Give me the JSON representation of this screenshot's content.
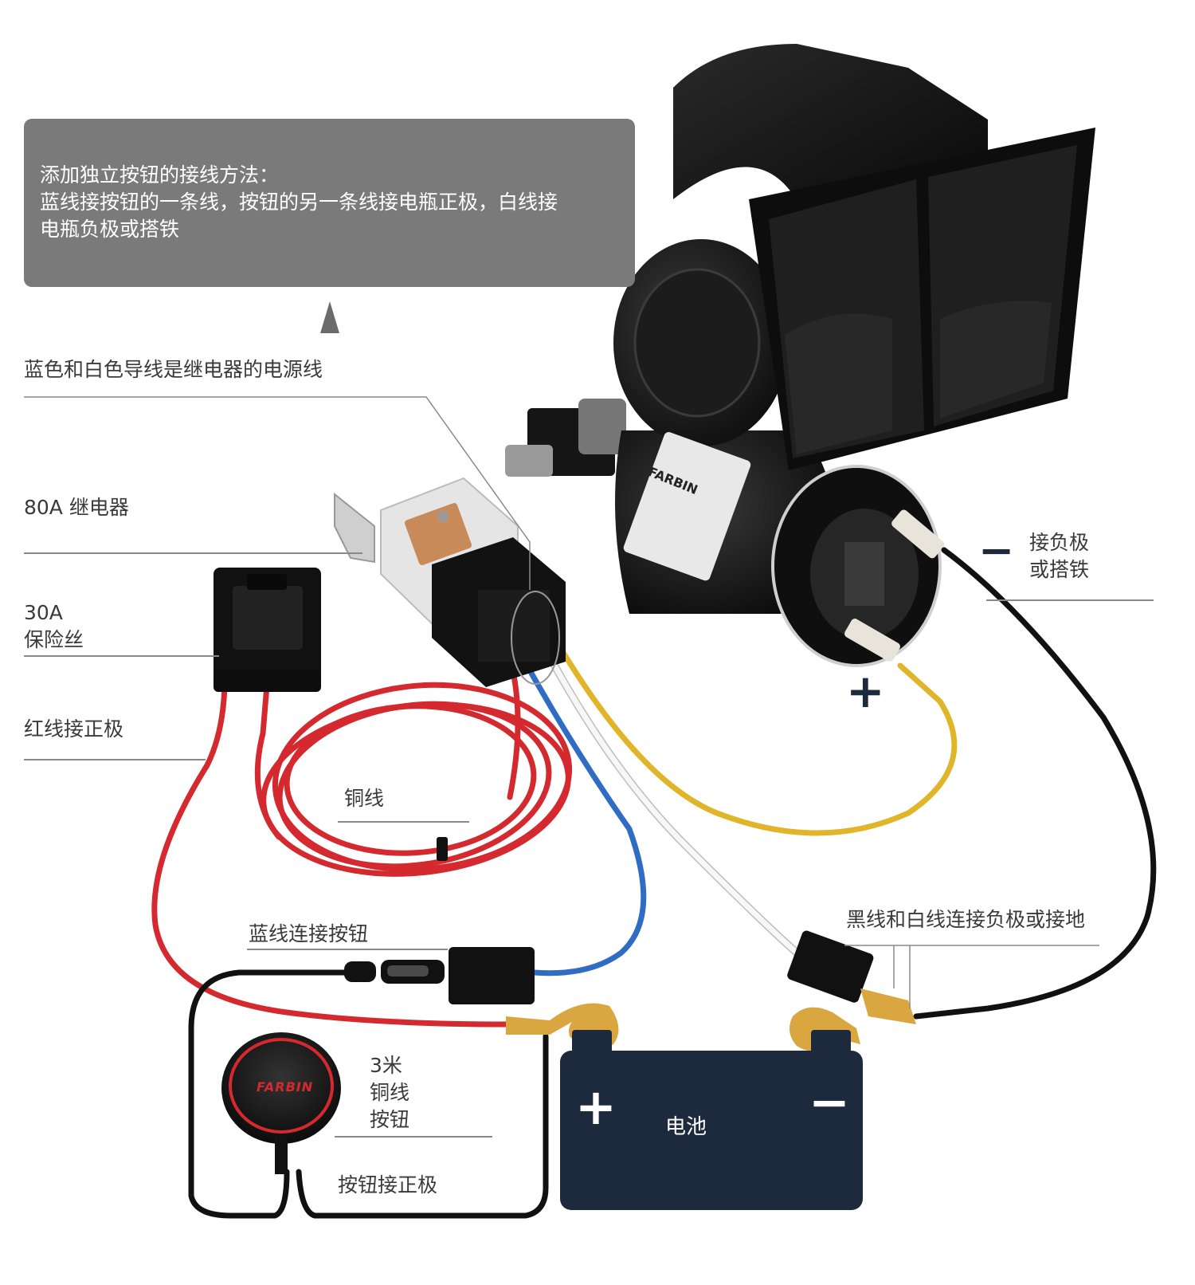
{
  "note": {
    "line1": "添加独立按钮的接线方法：",
    "line2": "蓝线接按钮的一条线，按钮的另一条线接电瓶正极，白线接",
    "line3": "电瓶负极或搭铁"
  },
  "labels": {
    "relay_power": "蓝色和白色导线是继电器的电源线",
    "relay": "80A 继电器",
    "fuse_line1": "30A",
    "fuse_line2": "保险丝",
    "red_wire": "红线接正极",
    "copper_wire": "铜线",
    "blue_wire": "蓝线连接按钮",
    "black_white": "黑线和白线连接负极或接地",
    "negative_line1": "接负极",
    "negative_line2": "或搭铁",
    "button_line1": "3米",
    "button_line2": "铜线",
    "button_line3": "按钮",
    "button_positive": "按钮接正极"
  },
  "horn_signs": {
    "minus": "−",
    "plus": "+"
  },
  "battery": {
    "label": "电池",
    "plus": "+",
    "minus": "−"
  },
  "brand": {
    "relay_logo": "FARBIN",
    "button_logo": "FARBIN"
  },
  "colors": {
    "note_bg": "#7a7a7a",
    "red_wire": "#d42a2f",
    "blue_wire": "#2f6cc4",
    "yellow_wire": "#e0b52a",
    "white_wire": "#f4f4f4",
    "black_wire": "#111111",
    "battery": "#1d2a3d",
    "brass": "#d9a640"
  }
}
